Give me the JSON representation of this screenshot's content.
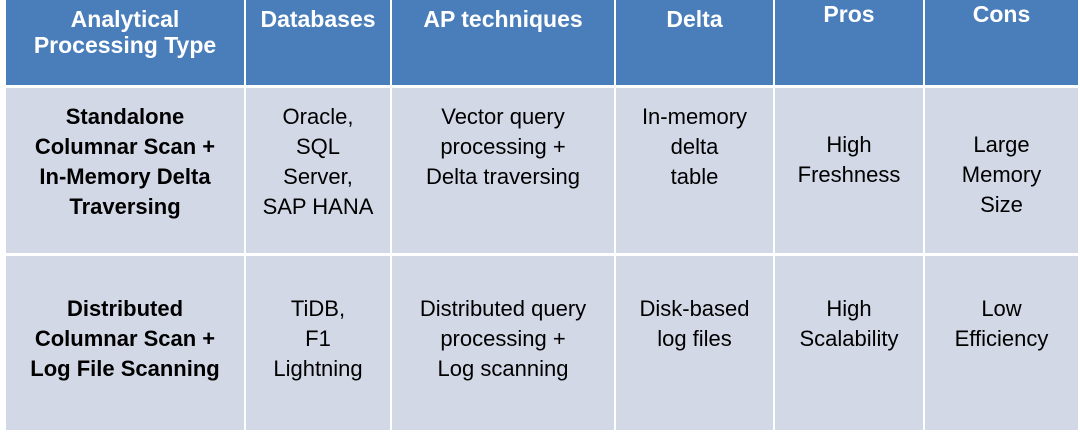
{
  "table": {
    "columns": [
      {
        "key": "processing_type",
        "label": "Analytical\nProcessing Type"
      },
      {
        "key": "databases",
        "label": "Databases"
      },
      {
        "key": "ap_techniques",
        "label": "AP techniques"
      },
      {
        "key": "delta",
        "label": "Delta"
      },
      {
        "key": "pros",
        "label": "Pros"
      },
      {
        "key": "cons",
        "label": "Cons"
      }
    ],
    "rows": [
      {
        "processing_type": "Standalone\nColumnar Scan +\nIn-Memory Delta\nTraversing",
        "databases": "Oracle,\nSQL\nServer,\nSAP HANA",
        "ap_techniques": "Vector query\nprocessing +\nDelta traversing",
        "delta": "In-memory\ndelta\ntable",
        "pros": "High\nFreshness",
        "cons": "Large\nMemory\nSize"
      },
      {
        "processing_type": "Distributed\nColumnar Scan +\nLog File Scanning",
        "databases": "TiDB,\nF1\nLightning",
        "ap_techniques": "Distributed query\nprocessing +\nLog scanning",
        "delta": "Disk-based\nlog files",
        "pros": "High\nScalability",
        "cons": "Low\nEfficiency"
      }
    ]
  },
  "colors": {
    "header_background": "#4a7ebb",
    "header_text": "#ffffff",
    "body_background": "#d2d8e6",
    "body_text": "#000000",
    "gridline": "#ffffff"
  }
}
